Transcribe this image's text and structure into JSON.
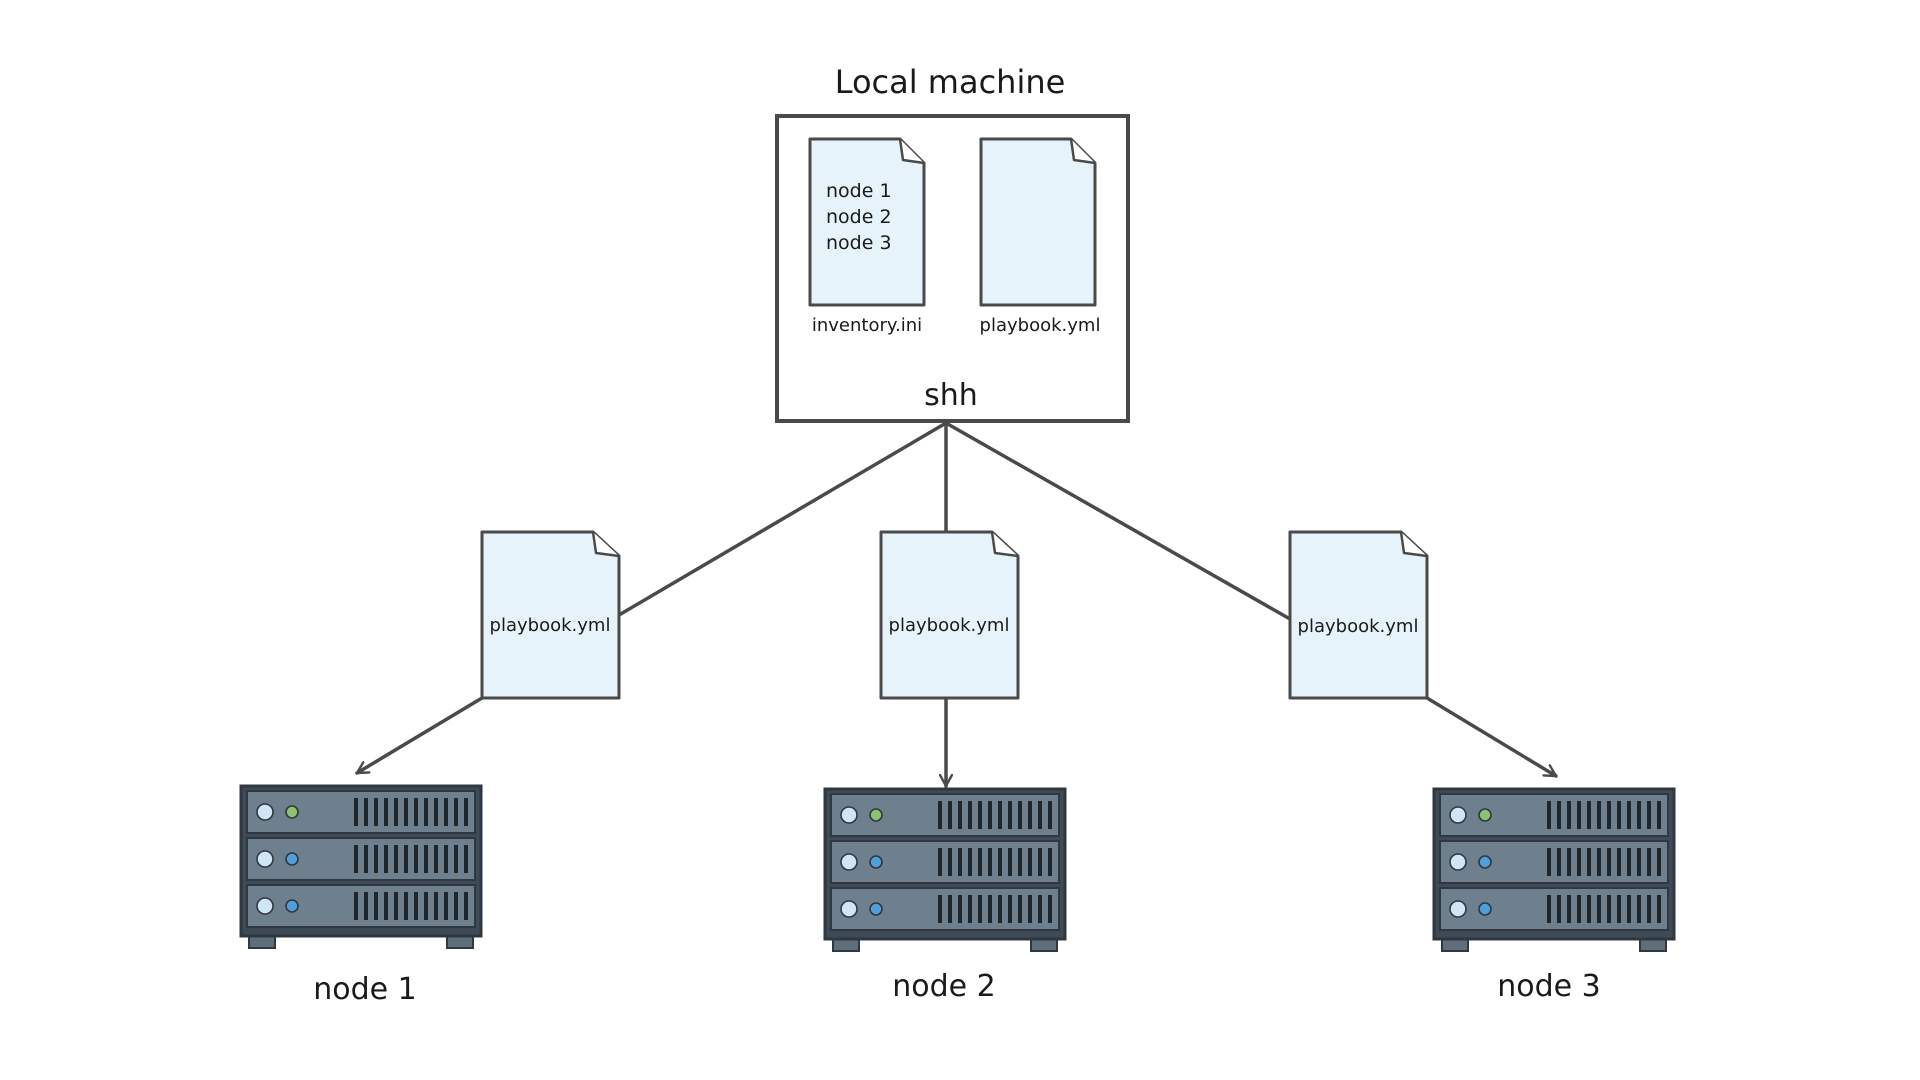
{
  "diagram": {
    "title": "Local machine",
    "files": {
      "inventory": {
        "name": "inventory.ini",
        "lines": [
          "node 1",
          "node 2",
          "node 3"
        ]
      },
      "playbook": {
        "name": "playbook.yml"
      }
    },
    "connection_label": "shh",
    "transfer_docs": [
      {
        "label": "playbook.yml"
      },
      {
        "label": "playbook.yml"
      },
      {
        "label": "playbook.yml"
      }
    ],
    "nodes": [
      {
        "label": "node 1"
      },
      {
        "label": "node 2"
      },
      {
        "label": "node 3"
      }
    ],
    "icons": {
      "document": "document-icon",
      "server": "server-icon"
    },
    "colors": {
      "document_fill": "#e6f3fa",
      "stroke": "#4a4a4a",
      "server_body": "#6e7f8e",
      "server_frame": "#3e4a55",
      "led_green": "#8dc26f",
      "led_blue": "#4f9fdc",
      "led_white": "#cfe6f5"
    }
  }
}
